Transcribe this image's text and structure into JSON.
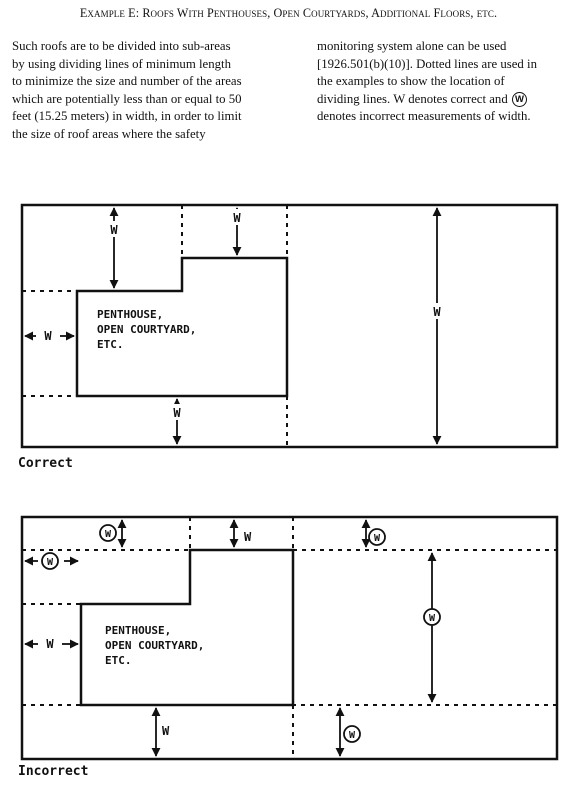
{
  "heading": "Example E: Roofs With Penthouses, Open Courtyards, Additional Floors, etc.",
  "body": {
    "left": [
      "Such roofs are to be divided into sub-areas",
      "by using dividing lines of minimum length",
      "to minimize the size and number of the areas",
      "which are potentially less than or equal to 50",
      "feet (15.25 meters) in width, in order to limit",
      "the size of roof areas where the safety"
    ],
    "right": [
      "monitoring system alone can be used",
      "[1926.501(b)(10)]. Dotted lines are used in",
      "the examples to show the location of",
      "dividing lines. W denotes correct and",
      "denotes incorrect measurements of width."
    ],
    "inline_symbol": "W"
  },
  "figure_correct": {
    "label_lines": [
      "PENTHOUSE,",
      "OPEN COURTYARD,",
      "ETC."
    ],
    "w": "W",
    "caption": "Correct"
  },
  "figure_incorrect": {
    "label_lines": [
      "PENTHOUSE,",
      "OPEN COURTYARD,",
      "ETC."
    ],
    "w": "W",
    "circled_w": "W",
    "caption": "Incorrect"
  }
}
